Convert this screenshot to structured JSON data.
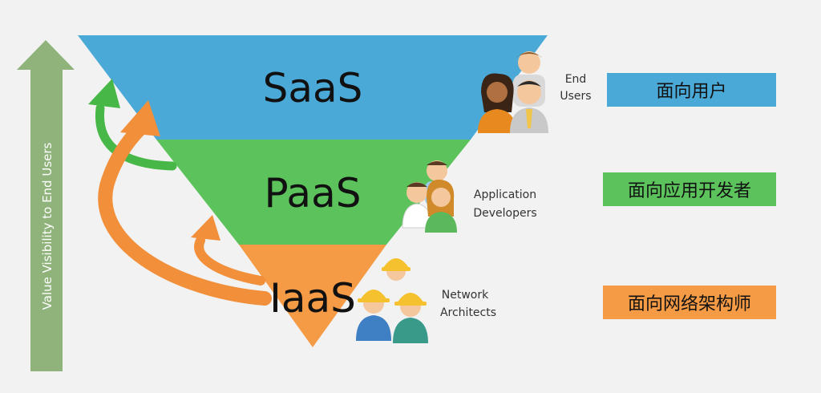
{
  "colors": {
    "saas": "#4aa9d6",
    "paas": "#5cc35c",
    "iaas": "#f59a45",
    "axis_arrow": "#8fb37a",
    "curve_green": "#47b847",
    "curve_orange": "#f28f3b",
    "skin": "#f4c79d",
    "hard_hat": "#f6c12e"
  },
  "axis": {
    "label": "Value Visibility to End Users"
  },
  "tiers": [
    {
      "id": "saas",
      "label": "SaaS",
      "audience_lines": [
        "End",
        "Users"
      ],
      "audience_icon": "users-group-icon",
      "chinese": "面向用户"
    },
    {
      "id": "paas",
      "label": "PaaS",
      "audience_lines": [
        "Application",
        "Developers"
      ],
      "audience_icon": "developers-group-icon",
      "chinese": "面向应用开发者"
    },
    {
      "id": "iaas",
      "label": "IaaS",
      "audience_lines": [
        "Network",
        "Architects"
      ],
      "audience_icon": "architects-hardhat-group-icon",
      "chinese": "面向网络架构师"
    }
  ]
}
